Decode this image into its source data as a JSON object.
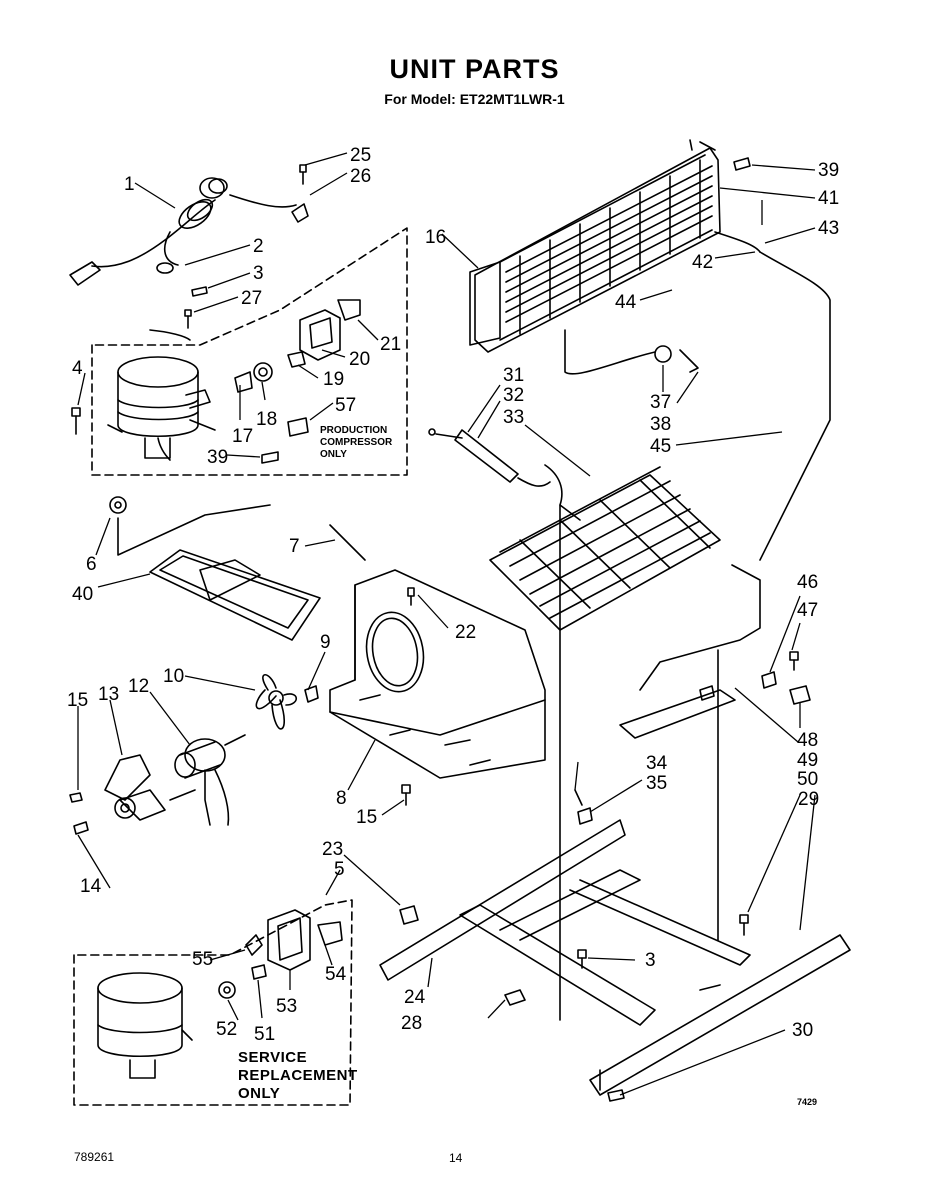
{
  "header": {
    "title": "UNIT PARTS",
    "subtitle": "For Model: ET22MT1LWR-1"
  },
  "footer": {
    "doc_code": "789261",
    "page_number": "14"
  },
  "notes": {
    "production_line1": "PRODUCTION",
    "production_line2": "COMPRESSOR",
    "production_line3": "ONLY",
    "service_line1": "SERVICE",
    "service_line2": "REPLACEMENT",
    "service_line3": "ONLY",
    "drawing_code": "7429"
  },
  "callouts": [
    "1",
    "2",
    "3",
    "3",
    "4",
    "5",
    "6",
    "7",
    "8",
    "9",
    "10",
    "12",
    "13",
    "14",
    "15",
    "15",
    "16",
    "17",
    "18",
    "19",
    "20",
    "21",
    "22",
    "23",
    "24",
    "25",
    "26",
    "27",
    "28",
    "29",
    "30",
    "31",
    "32",
    "33",
    "34",
    "35",
    "37",
    "38",
    "39",
    "39",
    "40",
    "41",
    "42",
    "43",
    "44",
    "45",
    "46",
    "47",
    "48",
    "49",
    "50",
    "51",
    "52",
    "53",
    "54",
    "55",
    "57"
  ]
}
